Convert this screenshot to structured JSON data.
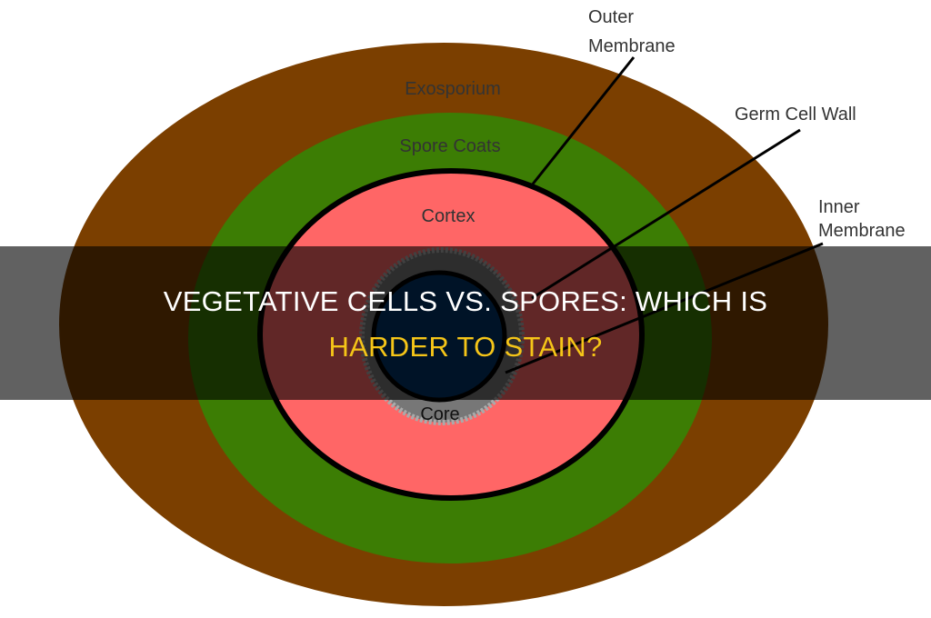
{
  "diagram": {
    "labels": {
      "exosporium": "Exosporium",
      "spore_coats": "Spore Coats",
      "cortex": "Cortex",
      "core": "Core",
      "outer_membrane_1": "Outer",
      "outer_membrane_2": "Membrane",
      "germ_cell_wall": "Germ Cell Wall",
      "inner_membrane_1": "Inner",
      "inner_membrane_2": "Membrane"
    },
    "colors": {
      "exosporium": "#7b3f00",
      "spore_coats": "#3c7d04",
      "cortex": "#ff6666",
      "germ_cell_wall": "#6b6b6b",
      "core": "#013466"
    }
  },
  "title": {
    "line1": "VEGETATIVE CELLS VS. SPORES: WHICH IS",
    "line2": "HARDER TO STAIN?",
    "line1_color": "#ffffff",
    "line2_color": "#f5c518"
  }
}
